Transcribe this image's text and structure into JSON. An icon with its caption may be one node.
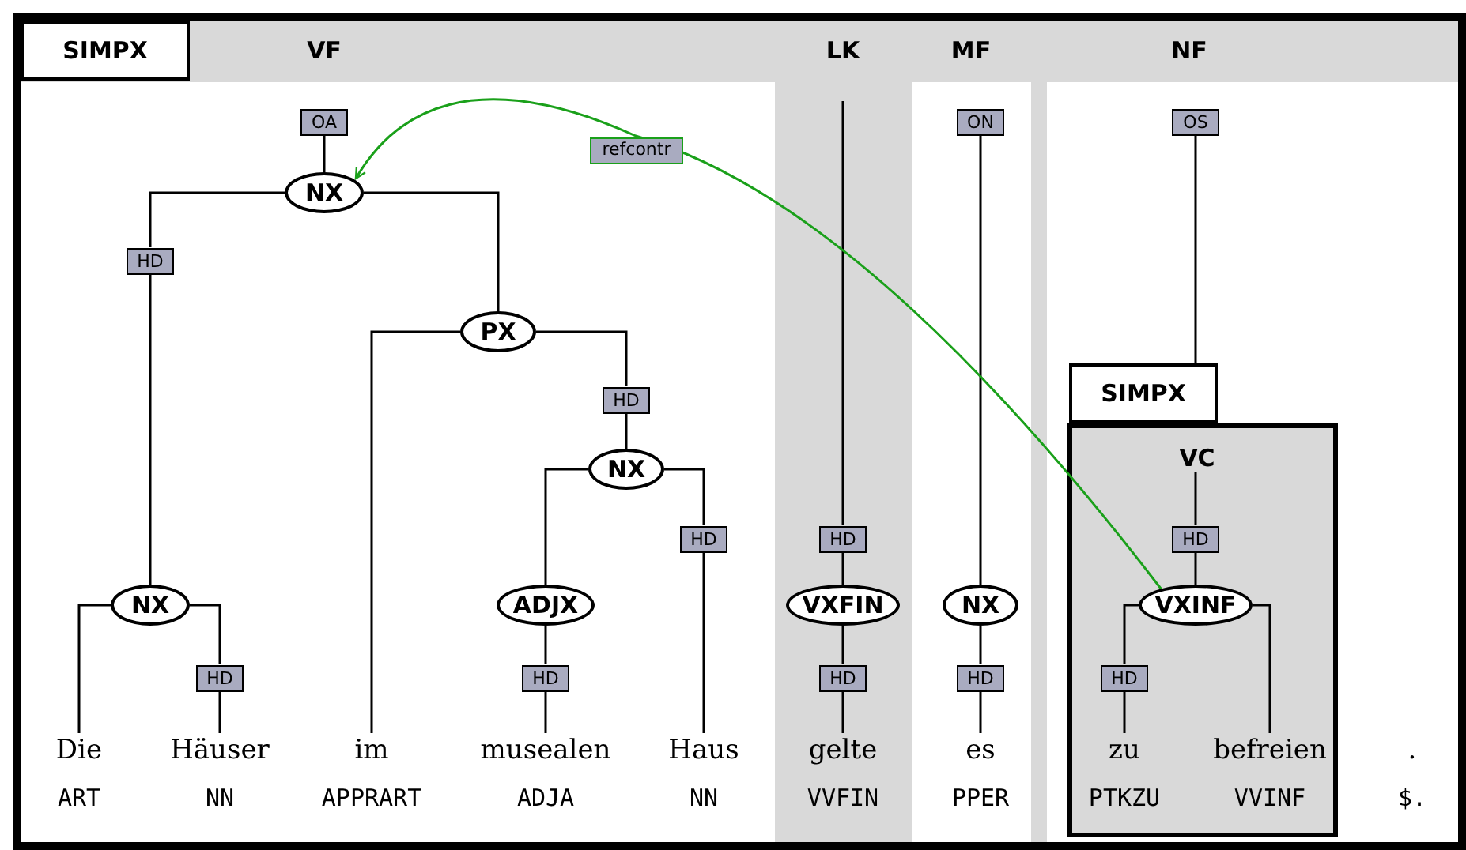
{
  "diagram": {
    "nodes": [
      {
        "text": [
          "SIMPX"
        ]
      },
      {
        "text": [
          "VF"
        ],
        "in": 0
      },
      {
        "text": [
          "OA"
        ],
        "in": 1
      },
      {
        "text": [
          "NX"
        ],
        "in": 1
      },
      {
        "text": [
          "HD"
        ],
        "in": 1
      },
      {
        "text": [
          "PX"
        ],
        "in": 1
      },
      {
        "text": [
          "NX"
        ],
        "in": 1
      },
      {
        "text": [
          "HD"
        ],
        "in": 1
      },
      {
        "text": [
          "HD"
        ],
        "in": 1
      },
      {
        "text": [
          "NX"
        ],
        "in": 1
      },
      {
        "text": [
          "ADJX"
        ],
        "in": 1
      },
      {
        "text": [
          "HD"
        ],
        "in": 1
      },
      {
        "text": [
          "HD"
        ],
        "in": 1
      },
      {
        "text": [
          "Die",
          "ART"
        ],
        "in": 1
      },
      {
        "text": [
          "Häuser",
          "NN"
        ],
        "in": 1
      },
      {
        "text": [
          "im",
          "APPRART"
        ],
        "in": 1
      },
      {
        "text": [
          "musealen",
          "ADJA"
        ],
        "in": 1
      },
      {
        "text": [
          "Haus",
          "NN"
        ],
        "in": 1
      },
      {
        "text": [
          "LK"
        ],
        "in": 0
      },
      {
        "text": [
          "VXFIN"
        ],
        "in": 18
      },
      {
        "text": [
          "HD"
        ],
        "in": 18
      },
      {
        "text": [
          "HD"
        ],
        "in": 18
      },
      {
        "text": [
          "gelte",
          "VVFIN"
        ],
        "in": 18
      },
      {
        "text": [
          "MF"
        ],
        "in": 0
      },
      {
        "text": [
          "ON"
        ],
        "in": 23
      },
      {
        "text": [
          "NX"
        ],
        "in": 23
      },
      {
        "text": [
          "HD"
        ],
        "in": 23
      },
      {
        "text": [
          "es",
          "PPER"
        ],
        "in": 23
      },
      {
        "text": [
          "NF"
        ],
        "in": 0
      },
      {
        "text": [
          "OS"
        ],
        "in": 28
      },
      {
        "text": [
          "SIMPX"
        ],
        "in": 28
      },
      {
        "text": [
          "VC"
        ],
        "in": 28
      },
      {
        "text": [
          "HD"
        ],
        "in": 31
      },
      {
        "text": [
          "VXINF"
        ],
        "in": 31
      },
      {
        "text": [
          "HD"
        ],
        "in": 31
      },
      {
        "text": [
          "zu",
          "PTKZU"
        ],
        "in": 31
      },
      {
        "text": [
          "befreien",
          "VVINF"
        ],
        "in": 31
      },
      {
        "text": [
          ".",
          "$."
        ],
        "in": 28
      }
    ],
    "edges": [
      {
        "from": 2,
        "to": 3,
        "arrow": "none"
      },
      {
        "from": 3,
        "to": 4,
        "arrow": "none"
      },
      {
        "from": 3,
        "to": 5,
        "arrow": "none"
      },
      {
        "from": 4,
        "to": 6,
        "arrow": "none"
      },
      {
        "from": 5,
        "to": 15,
        "arrow": "none"
      },
      {
        "from": 5,
        "to": 8,
        "arrow": "none"
      },
      {
        "from": 8,
        "to": 9,
        "arrow": "none"
      },
      {
        "from": 9,
        "to": 10,
        "arrow": "none"
      },
      {
        "from": 9,
        "to": 11,
        "arrow": "none"
      },
      {
        "from": 6,
        "to": 13,
        "arrow": "none"
      },
      {
        "from": 6,
        "to": 7,
        "arrow": "none"
      },
      {
        "from": 7,
        "to": 14,
        "arrow": "none"
      },
      {
        "from": 10,
        "to": 12,
        "arrow": "none"
      },
      {
        "from": 12,
        "to": 16,
        "arrow": "none"
      },
      {
        "from": 11,
        "to": 17,
        "arrow": "none"
      },
      {
        "from": 18,
        "to": 20,
        "arrow": "none"
      },
      {
        "from": 20,
        "to": 19,
        "arrow": "none"
      },
      {
        "from": 19,
        "to": 21,
        "arrow": "none"
      },
      {
        "from": 21,
        "to": 22,
        "arrow": "none"
      },
      {
        "from": 24,
        "to": 25,
        "arrow": "none"
      },
      {
        "from": 25,
        "to": 26,
        "arrow": "none"
      },
      {
        "from": 26,
        "to": 27,
        "arrow": "none"
      },
      {
        "from": 29,
        "to": 30,
        "arrow": "none"
      },
      {
        "from": 31,
        "to": 32,
        "arrow": "none"
      },
      {
        "from": 32,
        "to": 33,
        "arrow": "none"
      },
      {
        "from": 33,
        "to": 34,
        "arrow": "none"
      },
      {
        "from": 33,
        "to": 36,
        "arrow": "none"
      },
      {
        "from": 34,
        "to": 35,
        "arrow": "none"
      },
      {
        "from": 33,
        "to": 3,
        "arrow": "to",
        "label": "refcontr",
        "color": "#1aa01a"
      }
    ]
  }
}
